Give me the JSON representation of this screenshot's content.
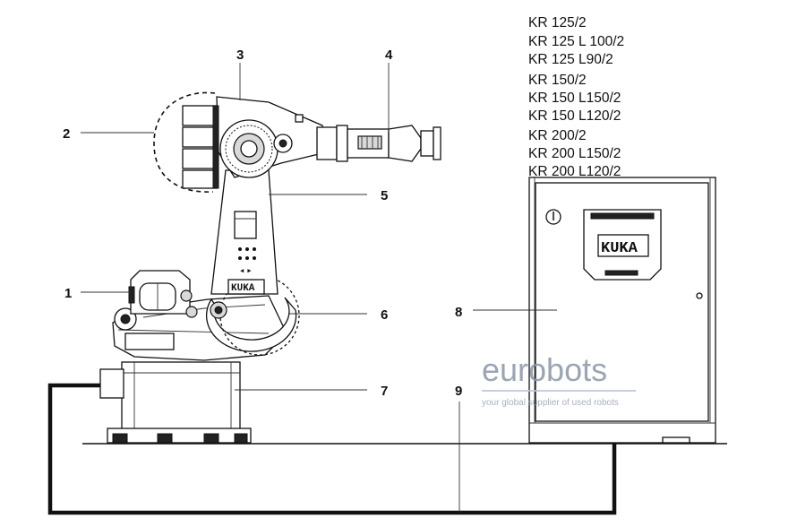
{
  "callouts": {
    "c1": "1",
    "c2": "2",
    "c3": "3",
    "c4": "4",
    "c5": "5",
    "c6": "6",
    "c7": "7",
    "c8": "8",
    "c9": "9"
  },
  "models": [
    "KR 125/2",
    "KR 125 L 100/2",
    "KR 125 L90/2",
    "KR 150/2",
    "KR 150 L150/2",
    "KR 150 L120/2",
    "KR 200/2",
    "KR 200 L150/2",
    "KR 200 L120/2"
  ],
  "robot_brand": "KUKA",
  "controller_brand": "KUKA",
  "watermark": {
    "name": "eurobots",
    "tagline": "your global supplier of used robots"
  }
}
